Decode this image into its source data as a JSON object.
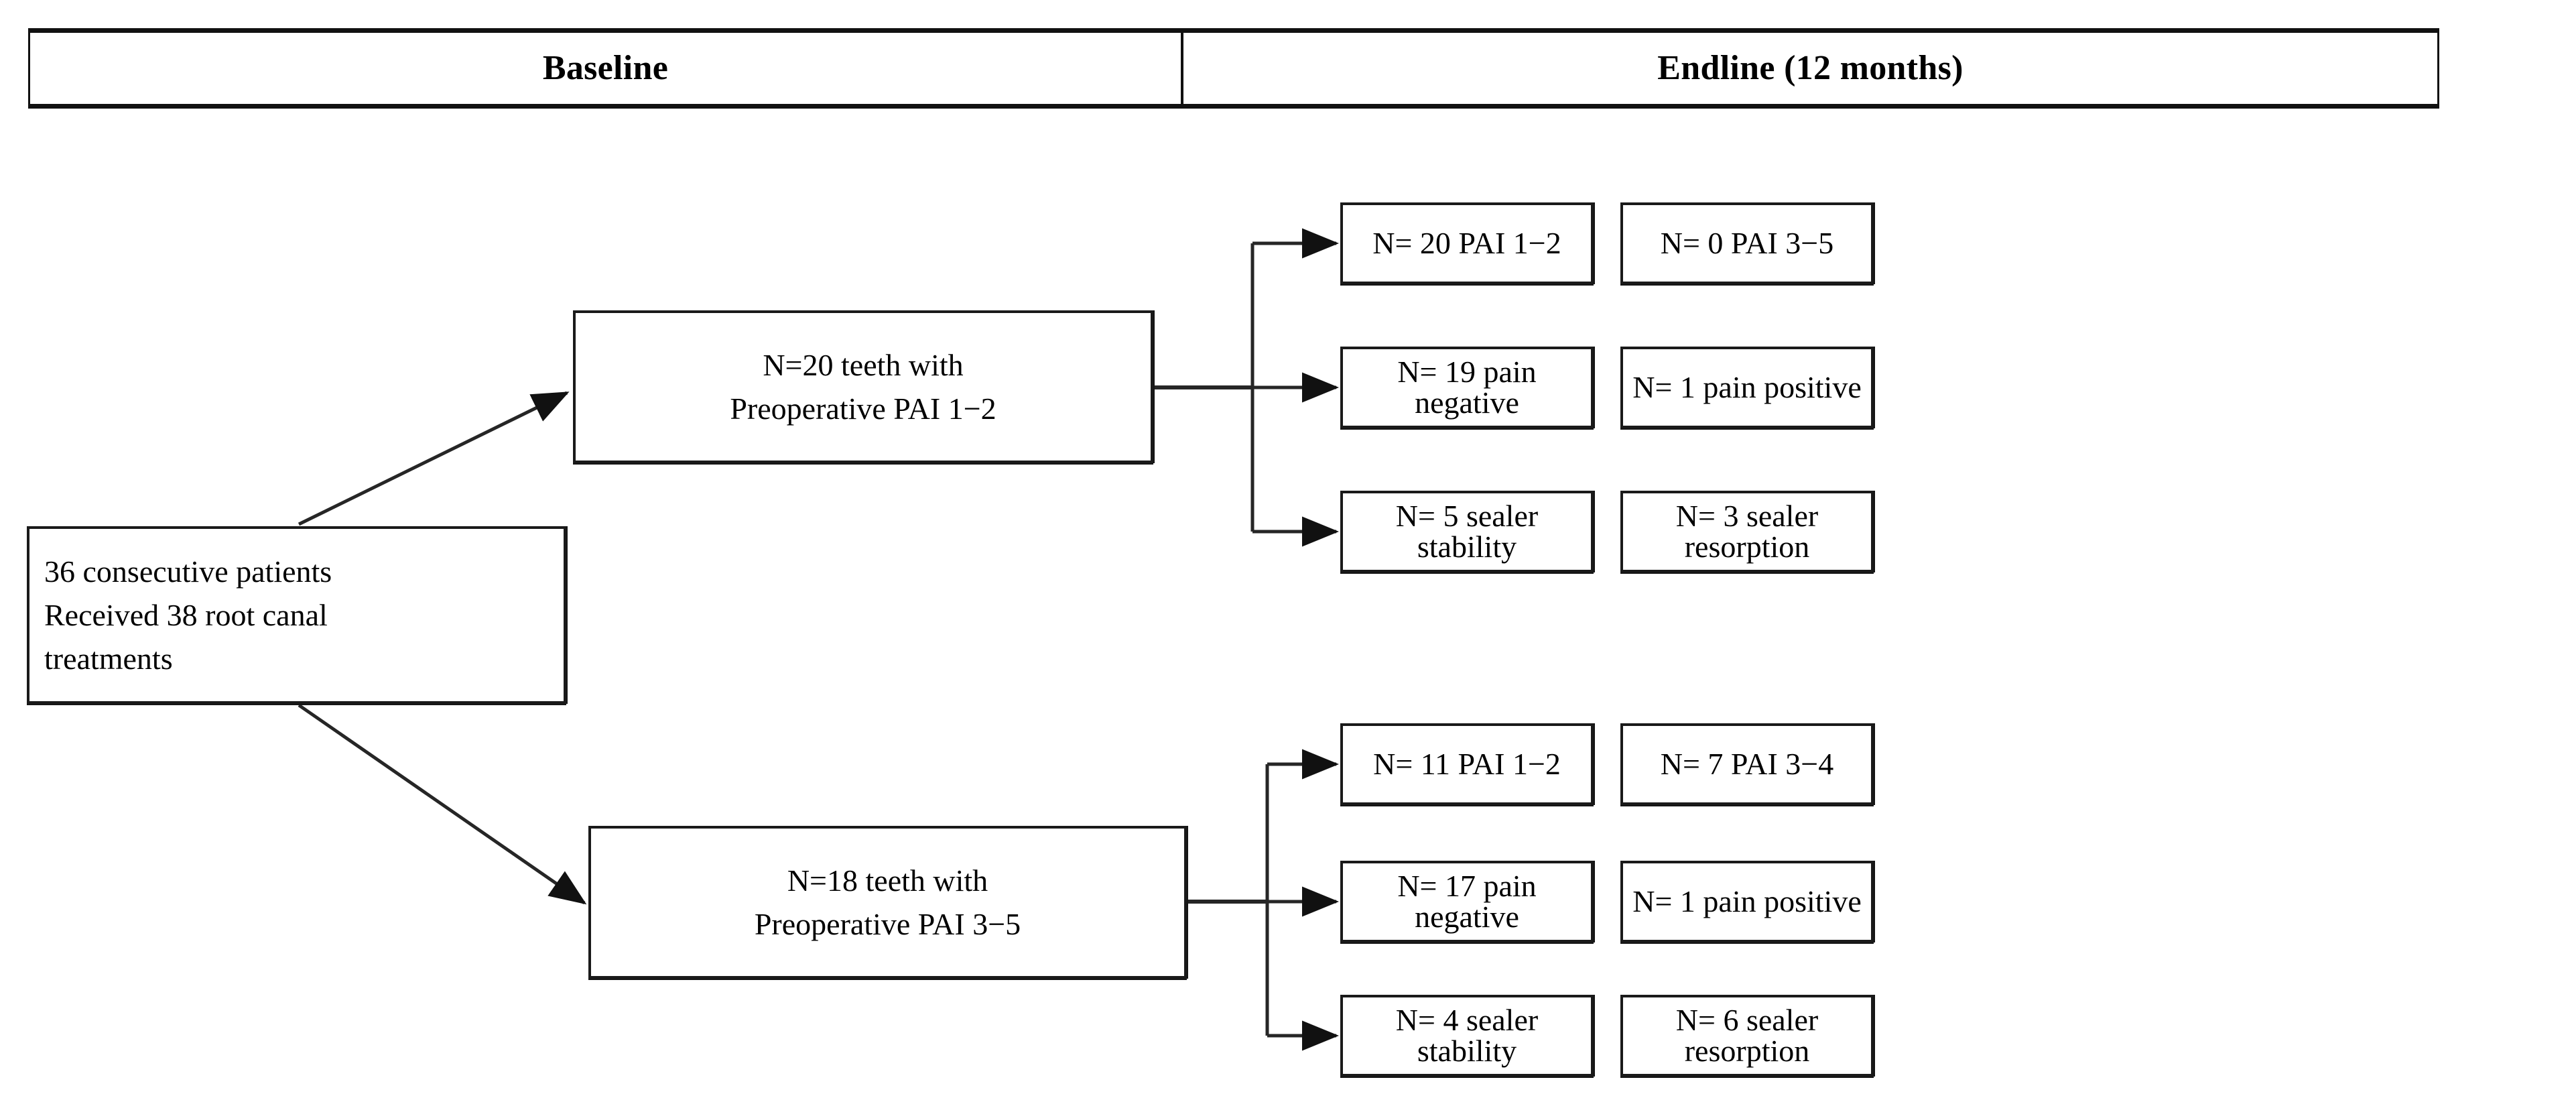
{
  "header": {
    "columns": [
      {
        "label": "Baseline"
      },
      {
        "label": "Endline (12 months)"
      }
    ]
  },
  "nodes": {
    "source": {
      "line1": "36 consecutive  patients",
      "line2": "Received  38 root canal",
      "line3": "treatments"
    },
    "group_upper": {
      "line1": "N=20 teeth with",
      "line2": "Preoperative PAI 1−2"
    },
    "group_lower": {
      "line1": "N=18 teeth with",
      "line2": "Preoperative PAI 3−5"
    }
  },
  "outcomes": {
    "upper": [
      {
        "left": "N= 20 PAI 1−2",
        "right": "N= 0 PAI 3−5"
      },
      {
        "left": "N= 19 pain negative",
        "right": "N= 1 pain positive"
      },
      {
        "left": "N= 5 sealer stability",
        "right": "N= 3 sealer resorption"
      }
    ],
    "lower": [
      {
        "left": "N= 11 PAI 1−2",
        "right": "N= 7 PAI 3−4"
      },
      {
        "left": "N= 17 pain negative",
        "right": "N= 1 pain positive"
      },
      {
        "left": "N= 4 sealer stability",
        "right": "N= 6 sealer resorption"
      }
    ]
  },
  "colors": {
    "line": "#262626",
    "border": "#1a1a1a",
    "background": "#ffffff",
    "text": "#000000"
  }
}
